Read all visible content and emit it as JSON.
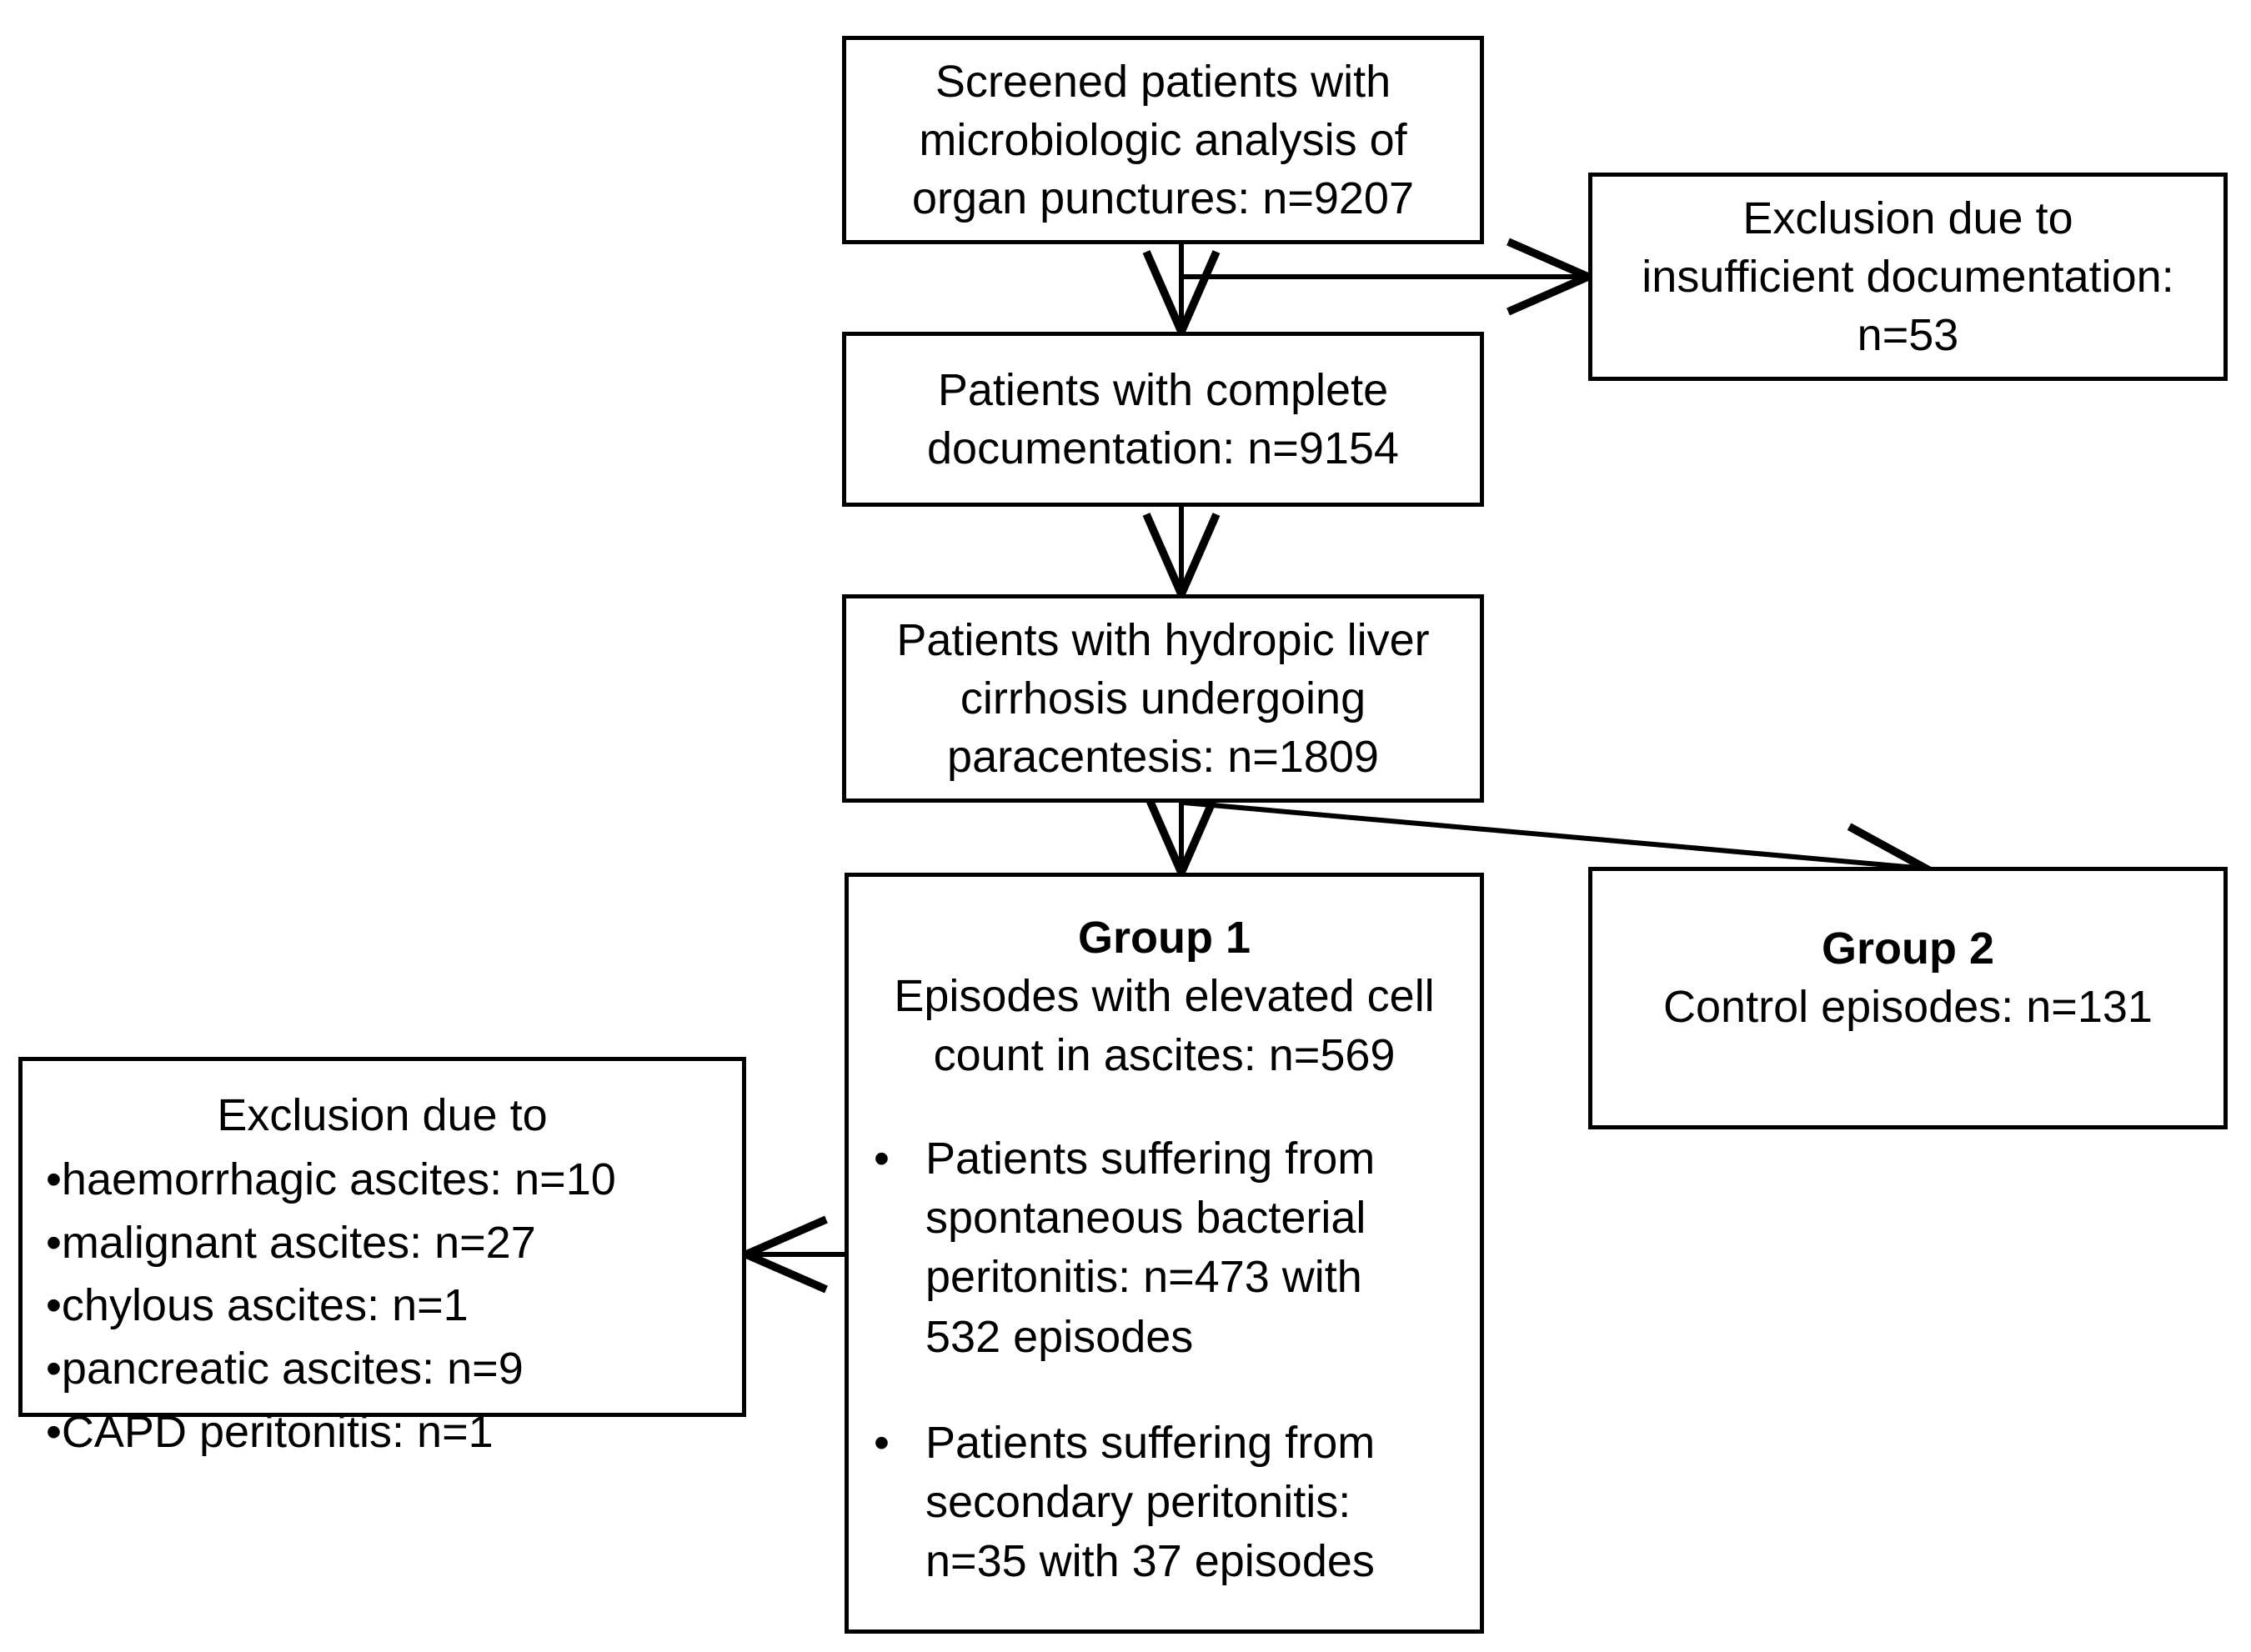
{
  "diagram": {
    "title": "Patient selection flow chart",
    "stroke_color": "#000000",
    "background_color": "#ffffff",
    "nodes": {
      "screened": {
        "lines": [
          "Screened patients with",
          "microbiologic analysis of",
          "organ punctures: n=9207"
        ]
      },
      "exclusion_documentation": {
        "lines": [
          "Exclusion due to",
          "insufficient documentation:",
          "n=53"
        ]
      },
      "complete_documentation": {
        "lines": [
          "Patients with complete",
          "documentation: n=9154"
        ]
      },
      "cirrhosis": {
        "lines": [
          "Patients with hydropic liver",
          "cirrhosis undergoing",
          "paracentesis: n=1809"
        ]
      },
      "group1": {
        "title": "Group 1",
        "subtitle_lines": [
          "Episodes with elevated cell",
          "count in ascites: n=569"
        ],
        "bullet_marker": "•",
        "bullets": [
          {
            "lines": [
              "Patients suffering from",
              "spontaneous bacterial",
              "peritonitis: n=473 with",
              "532 episodes"
            ]
          },
          {
            "lines": [
              "Patients suffering from",
              "secondary peritonitis:",
              "n=35 with 37 episodes"
            ]
          }
        ]
      },
      "group2": {
        "title": "Group 2",
        "subtitle_lines": [
          "Control episodes: n=131"
        ]
      },
      "exclusion_list": {
        "title": "Exclusion due to",
        "items": [
          "•haemorrhagic ascites: n=10",
          "•malignant ascites: n=27",
          "•chylous ascites: n=1",
          "•pancreatic ascites: n=9",
          "•CAPD peritonitis: n=1"
        ]
      }
    },
    "edges": [
      {
        "from": "screened",
        "to": "complete_documentation",
        "kind": "vertical-arrow"
      },
      {
        "from": "screened",
        "to": "exclusion_documentation",
        "kind": "branch-right-arrow"
      },
      {
        "from": "complete_documentation",
        "to": "cirrhosis",
        "kind": "vertical-arrow"
      },
      {
        "from": "cirrhosis",
        "to": "group1",
        "kind": "vertical-arrow"
      },
      {
        "from": "cirrhosis",
        "to": "group2",
        "kind": "diagonal-arrow"
      },
      {
        "from": "group1",
        "to": "exclusion_list",
        "kind": "left-arrow"
      }
    ]
  }
}
